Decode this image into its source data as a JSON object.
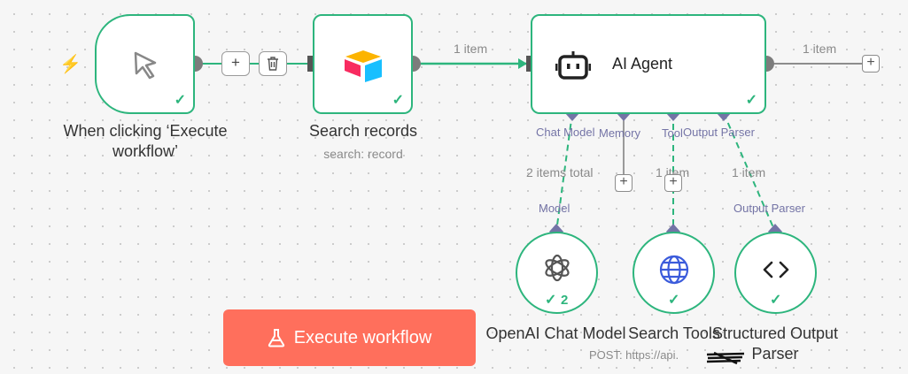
{
  "nodes": {
    "trigger": {
      "label_line1": "When clicking ‘Execute",
      "label_line2": "workflow’"
    },
    "search": {
      "label": "Search records",
      "subtitle": "search: record"
    },
    "agent": {
      "label": "AI Agent"
    },
    "openai": {
      "label": "OpenAI Chat Model",
      "badge": "2"
    },
    "tool": {
      "label": "Search Tools",
      "subtitle": "POST: https://api."
    },
    "parser": {
      "label_line1": "Structured Output",
      "label_line2": "Parser"
    }
  },
  "edges": {
    "search_to_agent": "1 item",
    "agent_output": "1 item",
    "model_count": "2 items total",
    "tool_count": "1 item",
    "parser_count": "1 item"
  },
  "ports": {
    "chat_model": "Chat Model",
    "memory": "Memory",
    "tool": "Tool",
    "output_parser": "Output Parser",
    "model_in": "Model",
    "parser_in": "Output Parser"
  },
  "buttons": {
    "execute": "Execute workflow",
    "plus": "+"
  },
  "colors": {
    "success": "#2db57d",
    "accent": "#ff6f5c",
    "port": "#7474a6"
  },
  "icons": [
    "bolt-icon",
    "cursor-icon",
    "airtable-icon",
    "robot-icon",
    "openai-icon",
    "globe-icon",
    "code-brackets-icon",
    "flask-icon",
    "trash-icon"
  ]
}
